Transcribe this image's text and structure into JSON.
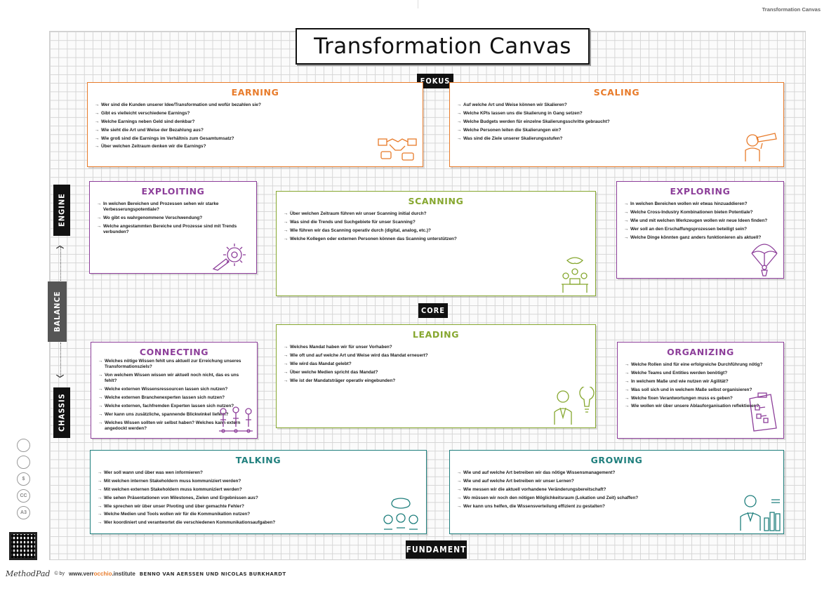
{
  "corner_title": "Transformation Canvas",
  "title": "Transformation Canvas",
  "tags": {
    "fokus": "FOKUS",
    "core": "CORE",
    "fundament": "FUNDAMENT",
    "engine": "ENGINE",
    "balance": "BALANCE",
    "chassis": "CHASSIS"
  },
  "sections": {
    "earning": {
      "title": "EARNING",
      "items": [
        "Wer sind die Kunden unserer Idee/Transformation und wofür bezahlen sie?",
        "Gibt es vielleicht verschiedene Earnings?",
        "Welche Earnings neben Geld sind denkbar?",
        "Wie sieht die Art und Weise der Bezahlung aus?",
        "Wie groß sind die Earnings im Verhältnis zum Gesamtumsatz?",
        "Über welchen Zeitraum denken wir die Earnings?"
      ]
    },
    "scaling": {
      "title": "SCALING",
      "items": [
        "Auf welche Art und Weise können wir Skalieren?",
        "Welche KPIs lassen uns die Skalierung in Gang setzen?",
        "Welche Budgets werden für einzelne Skalierungsschritte gebraucht?",
        "Welche Personen leiten die Skalierungen ein?",
        "Was sind die Ziele unserer Skalierungsstufen?"
      ]
    },
    "exploiting": {
      "title": "EXPLOITING",
      "items": [
        "In welchen Bereichen und Prozessen sehen wir starke Verbesserungspotentiale?",
        "Wo gibt es wahrgenommene Verschwendung?",
        "Welche angestammten Bereiche und Prozesse sind mit Trends verbunden?"
      ]
    },
    "scanning": {
      "title": "SCANNING",
      "items": [
        "Über welchen Zeitraum führen wir unser Scanning initial durch?",
        "Was sind die Trends und Suchgebiete für unser Scanning?",
        "Wie führen wir das Scanning operativ durch (digital, analog, etc.)?",
        "Welche Kollegen oder externen Personen können das Scanning unterstützen?"
      ]
    },
    "exploring": {
      "title": "EXPLORING",
      "items": [
        "In welchen Bereichen wollen wir etwas hinzuaddieren?",
        "Welche Cross-Industry Kombinationen bieten Potentiale?",
        "Wie und mit welchen Werkzeugen wollen wir neue Ideen finden?",
        "Wer soll an den Erschaffungsprozessen beteiligt sein?",
        "Welche Dinge könnten ganz anders funktionieren als aktuell?"
      ]
    },
    "leading": {
      "title": "LEADING",
      "items": [
        "Welches Mandat haben wir für unser Vorhaben?",
        "Wie oft und auf welche Art und Weise wird das Mandat erneuert?",
        "Wie wird das Mandat gelebt?",
        "Über welche Medien spricht das Mandat?",
        "Wie ist der Mandatsträger operativ eingebunden?"
      ]
    },
    "connecting": {
      "title": "CONNECTING",
      "items": [
        "Welches nötige Wissen fehlt uns aktuell zur Erreichung unseres Transformationsziels?",
        "Von welchem Wissen wissen wir aktuell noch nicht, das es uns fehlt?",
        "Welche externen Wissensressourcen lassen sich nutzen?",
        "Welche externen Branchenexperten lassen sich nutzen?",
        "Welche externen, fachfremden Experten lassen sich nutzen?",
        "Wer kann uns zusätzliche, spannende Blickwinkel liefern?",
        "Welches Wissen sollten wir selbst haben? Welches kann extern angedockt werden?"
      ]
    },
    "organizing": {
      "title": "ORGANIZING",
      "items": [
        "Welche Rollen sind für eine erfolgreiche Durchführung nötig?",
        "Welche Teams und Entities werden benötigt?",
        "In welchem Maße und wie nutzen wir Agilität?",
        "Was soll sich und in welchem Maße selbst organisieren?",
        "Welche fixen Verantwortungen muss es geben?",
        "Wie wollen wir über unsere Ablauforganisation reflektieren?"
      ]
    },
    "talking": {
      "title": "TALKING",
      "items": [
        "Wer soll wann und über was wen informieren?",
        "Mit welchen internen Stakeholdern muss kommuniziert werden?",
        "Mit welchen externen Stakeholdern muss kommuniziert werden?",
        "Wie sehen Präsentationen von Milestones, Zielen und Ergebnissen aus?",
        "Wie sprechen wir über unser Pivoting und über gemachte Fehler?",
        "Welche Medien und Tools wollen wir für die Kommunikation nutzen?",
        "Wer koordiniert und verantwortet die verschiedenen Kommunikationsaufgaben?"
      ]
    },
    "growing": {
      "title": "GROWING",
      "items": [
        "Wie und auf welche Art betreiben wir das nötige Wissensmanagement?",
        "Wie und auf welche Art betreiben wir unser Lernen?",
        "Wie messen wir die aktuell vorhandene Veränderungsbereitschaft?",
        "Wo müssen wir noch den nötigen Möglichkeitsraum (Lokation und Zeit) schaffen?",
        "Wer kann uns helfen, die Wissensverteilung effizient zu gestalten?"
      ]
    }
  },
  "side_icons": [
    "cc-by-icon",
    "person-icon",
    "noncommercial-icon",
    "cc-icon",
    "a3-icon"
  ],
  "side_icon_labels": [
    "",
    "",
    "$",
    "CC",
    "A3"
  ],
  "footer": {
    "brand": "MethodPad",
    "by": "© by",
    "site_pre": "www.verr",
    "site_mid": "occhio",
    "site_post": ".institute",
    "authors": "BENNO VAN AERSSEN UND NICOLAS BURKHARDT"
  },
  "colors": {
    "orange": "#e87b2a",
    "purple": "#8d3f9a",
    "green": "#86a72f",
    "teal": "#1f7f7d"
  }
}
